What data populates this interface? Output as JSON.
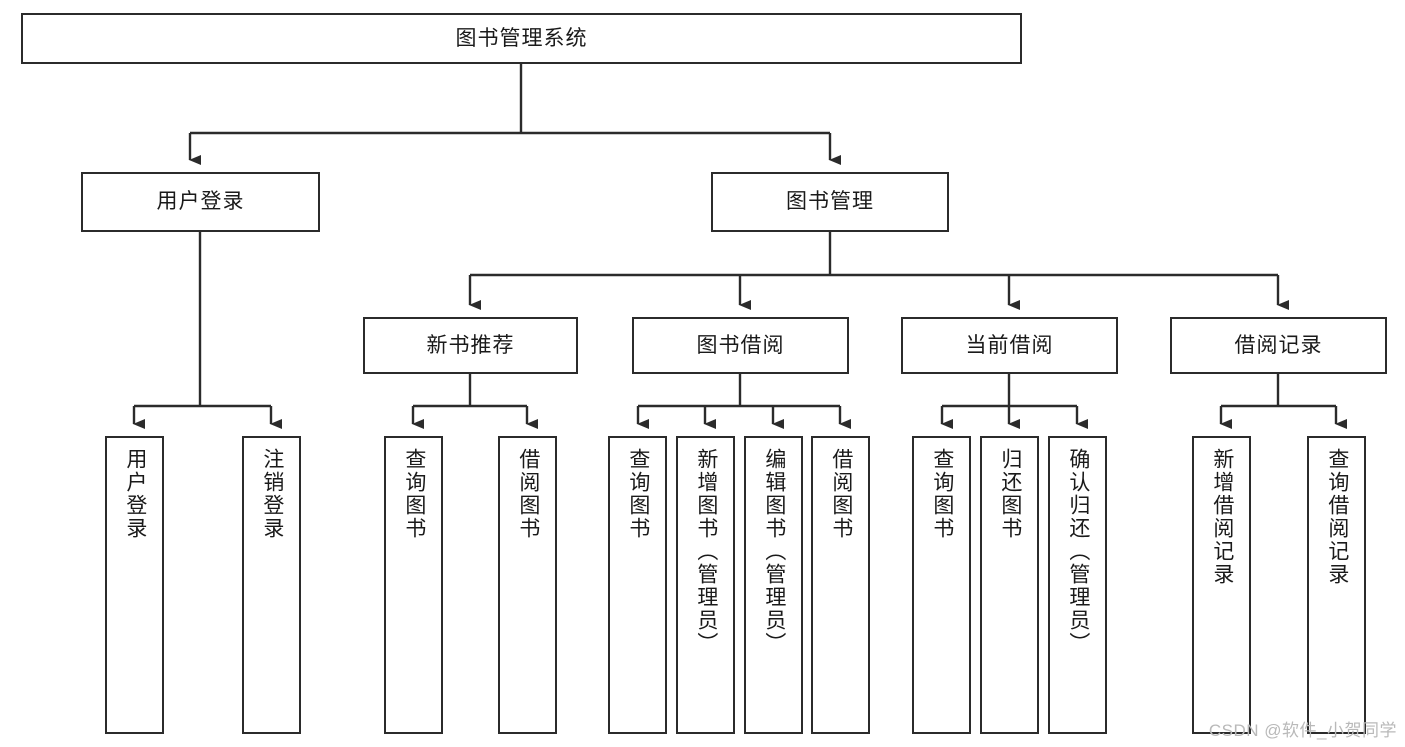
{
  "diagram": {
    "title": "图书管理系统",
    "type": "hierarchy-tree",
    "colors": {
      "box_border": "#2b2b2b",
      "box_fill": "#ffffff",
      "connector": "#2b2b2b",
      "background": "#ffffff",
      "watermark": "#b9b9b9"
    },
    "root": {
      "label": "图书管理系统"
    },
    "level2": [
      {
        "label": "用户登录"
      },
      {
        "label": "图书管理"
      }
    ],
    "level3": [
      {
        "label": "新书推荐"
      },
      {
        "label": "图书借阅"
      },
      {
        "label": "当前借阅"
      },
      {
        "label": "借阅记录"
      }
    ],
    "leaves": {
      "user_login": [
        {
          "label": "用户登录"
        },
        {
          "label": "注销登录"
        }
      ],
      "new_book_recommend": [
        {
          "label": "查询图书"
        },
        {
          "label": "借阅图书"
        }
      ],
      "book_borrow": [
        {
          "label": "查询图书"
        },
        {
          "label": "新增图书（管理员）"
        },
        {
          "label": "编辑图书（管理员）"
        },
        {
          "label": "借阅图书"
        }
      ],
      "current_borrow": [
        {
          "label": "查询图书"
        },
        {
          "label": "归还图书"
        },
        {
          "label": "确认归还（管理员）"
        }
      ],
      "borrow_record": [
        {
          "label": "新增借阅记录"
        },
        {
          "label": "查询借阅记录"
        }
      ]
    }
  },
  "watermark": {
    "text": "CSDN @软件_小贺同学"
  }
}
